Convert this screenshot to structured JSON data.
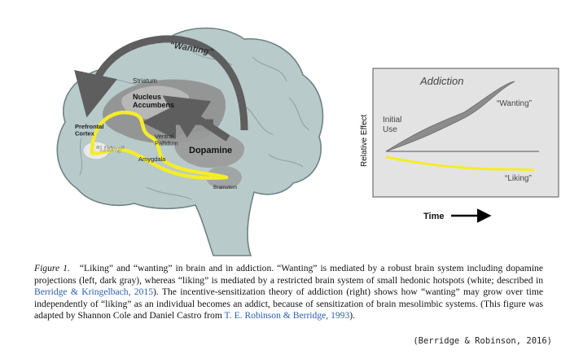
{
  "brain_figure": {
    "labels": {
      "wanting": "“Wanting”",
      "striatum": "Striatum",
      "nucleus_accumbens": "Nucleus\nAccumbens",
      "prefrontal_cortex": "Prefrontal\nCortex",
      "ventral_pallidum": "Ventral\nPallidum",
      "liking": "“Liking”",
      "amygdala": "Amygdala",
      "dopamine": "Dopamine",
      "brainstem": "Brainstem"
    },
    "colors": {
      "brain": "#b9cacb",
      "brain_outline": "#6f8385",
      "dark_gray": "#5e5e5e",
      "liking_yellow": "#f4ec2a"
    }
  },
  "graph_figure": {
    "title": "Addiction",
    "ylabel": "Relative Effect",
    "xlabel": "Time",
    "initial_use_label": "Initial\nUse",
    "wanting_label": "“Wanting”",
    "liking_label": "“Liking”",
    "colors": {
      "panel": "#e3e3e3",
      "wanting": "#8c8c8c",
      "liking": "#f4ec2a"
    }
  },
  "caption": {
    "figure_label": "Figure 1.",
    "text_1": "“Liking” and “wanting” in brain and in addiction. “Wanting” is mediated by a robust brain system including dopamine projections (left, dark gray), whereas “liking” is mediated by a restricted brain system of small hedonic hotspots (white; described in ",
    "ref_1": "Berridge & Kringelbach, 2015",
    "text_2": "). The incentive-sensitization theory of addiction (right) shows how “wanting” may grow over time independently of “liking” as an individual becomes an addict, because of sensitization of brain mesolimbic systems. (This figure was adapted by Shannon Cole and Daniel Castro from ",
    "ref_2": "T. E. Robinson & Berridge, 1993",
    "text_3": ")."
  },
  "credit": "(Berridge & Robinson, 2016)"
}
